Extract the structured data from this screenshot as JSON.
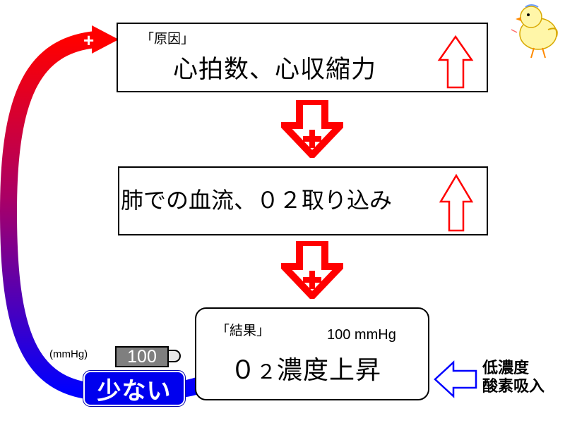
{
  "cause": {
    "label": "「原因」",
    "text": "心拍数、心収縮力"
  },
  "lung": {
    "text": "肺での血流、０２取り込み"
  },
  "result": {
    "label": "「結果」",
    "value": "100 mmHg",
    "text_main": "０",
    "text_sub": "２",
    "text_rest": "濃度上昇"
  },
  "plus_sign": "+",
  "gauge": {
    "unit": "(mmHg)",
    "value": "100"
  },
  "low_label": "少ない",
  "input": {
    "line1": "低濃度",
    "line2": "酸素吸入"
  },
  "colors": {
    "red": "#ff0000",
    "blue": "#0000ff",
    "dark_red": "#cc0000",
    "dark_blue": "#0000cc"
  },
  "icons": {
    "up_arrow": "hollow-red-up-arrow",
    "down_arrow": "red-down-arrow-plus",
    "left_arrow": "hollow-blue-left-arrow",
    "mascot": "yellow-chick-drawing"
  }
}
